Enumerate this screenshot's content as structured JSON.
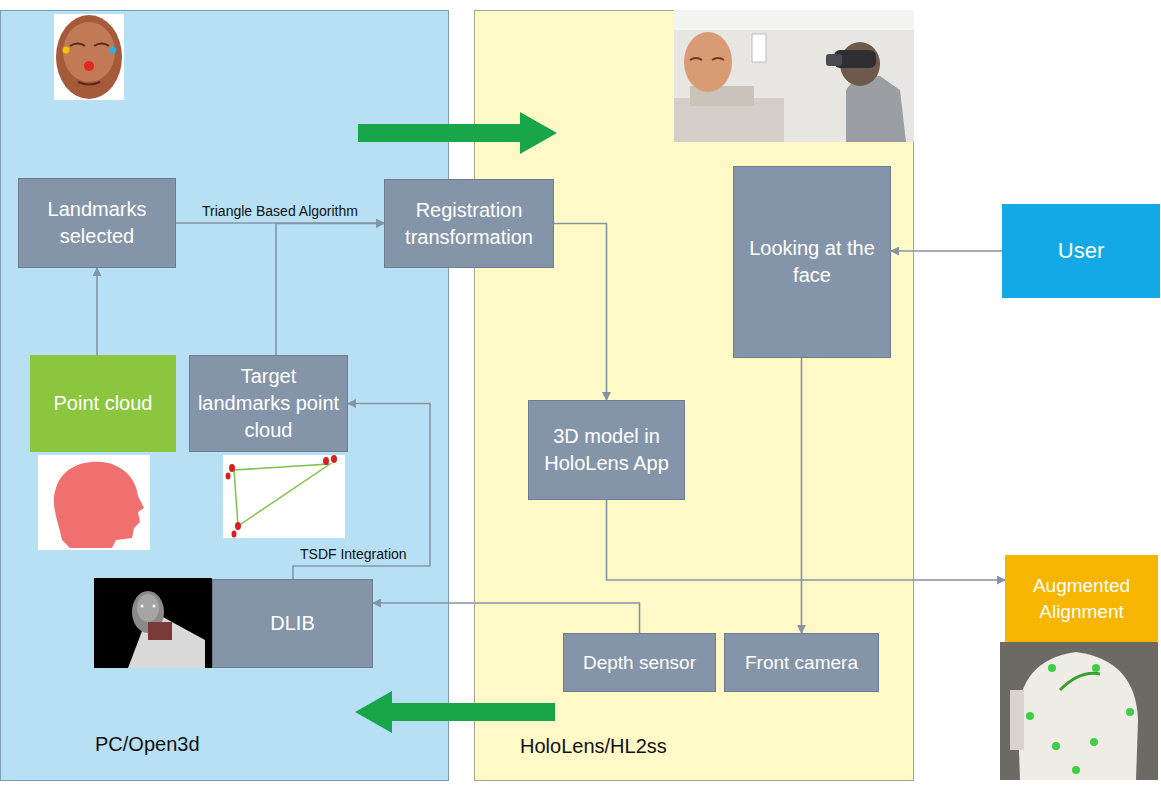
{
  "diagram": {
    "nodes": [
      {
        "text": [
          "PC/Open3d"
        ]
      },
      {
        "text": [
          "Landmarks selected"
        ],
        "in": 0
      },
      {
        "text": [
          "Point cloud"
        ],
        "in": 0
      },
      {
        "text": [
          "Target landmarks point cloud"
        ],
        "in": 0
      },
      {
        "text": [
          "DLIB"
        ],
        "in": 0
      },
      {
        "text": [
          "HoloLens/HL2ss"
        ]
      },
      {
        "text": [
          "Registration transformation"
        ]
      },
      {
        "text": [
          "Looking at the face"
        ],
        "in": 5
      },
      {
        "text": [
          "3D model in HoloLens App"
        ],
        "in": 5
      },
      {
        "text": [
          "Depth sensor"
        ],
        "in": 5
      },
      {
        "text": [
          "Front camera"
        ],
        "in": 5
      },
      {
        "text": [
          "User"
        ]
      },
      {
        "text": [
          "Augmented Alignment"
        ]
      }
    ],
    "edges": [
      {
        "from": 2,
        "to": 1,
        "arrow": "to"
      },
      {
        "from": 1,
        "to": 6,
        "label": "Triangle Based Algorithm",
        "arrow": "to"
      },
      {
        "from": 3,
        "to": 6,
        "arrow": "to"
      },
      {
        "from": 4,
        "to": 3,
        "label": "TSDF Integration",
        "arrow": "to"
      },
      {
        "from": 6,
        "to": 8,
        "arrow": "to"
      },
      {
        "from": 11,
        "to": 7,
        "arrow": "to"
      },
      {
        "from": 7,
        "to": 10,
        "arrow": "to"
      },
      {
        "from": 8,
        "to": 12,
        "arrow": "to"
      },
      {
        "from": 9,
        "to": 4,
        "arrow": "to"
      }
    ]
  }
}
